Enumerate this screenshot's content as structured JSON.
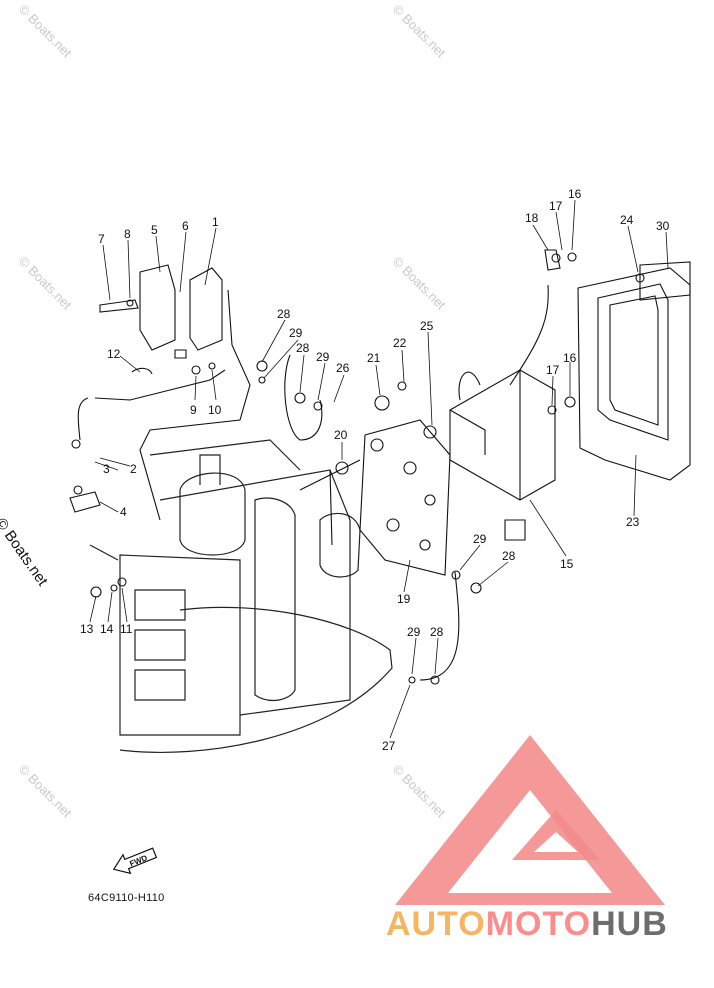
{
  "watermark": {
    "text": "© Boats.net"
  },
  "side_watermark": "© Boats.net",
  "catalog_code": "64C9110-H110",
  "fwd_label": "FWD",
  "brand": {
    "part1": "AUTO",
    "part2": "MOTO",
    "part3": "HUB",
    "color1": "#f5b562",
    "color2": "#ff8c8c",
    "color3": "#6d6d6d",
    "logo_color": "#f28a8a"
  },
  "callouts": {
    "c1": "1",
    "c2": "2",
    "c3": "3",
    "c4": "4",
    "c5": "5",
    "c6": "6",
    "c7": "7",
    "c8": "8",
    "c9": "9",
    "c10": "10",
    "c11": "11",
    "c12": "12",
    "c13": "13",
    "c14": "14",
    "c15": "15",
    "c16a": "16",
    "c16b": "16",
    "c17a": "17",
    "c17b": "17",
    "c18": "18",
    "c19": "19",
    "c20": "20",
    "c21": "21",
    "c22": "22",
    "c23": "23",
    "c24": "24",
    "c25": "25",
    "c26": "26",
    "c27": "27",
    "c28a": "28",
    "c28b": "28",
    "c28c": "28",
    "c28d": "28",
    "c29a": "29",
    "c29b": "29",
    "c29c": "29",
    "c29d": "29",
    "c30": "30"
  }
}
